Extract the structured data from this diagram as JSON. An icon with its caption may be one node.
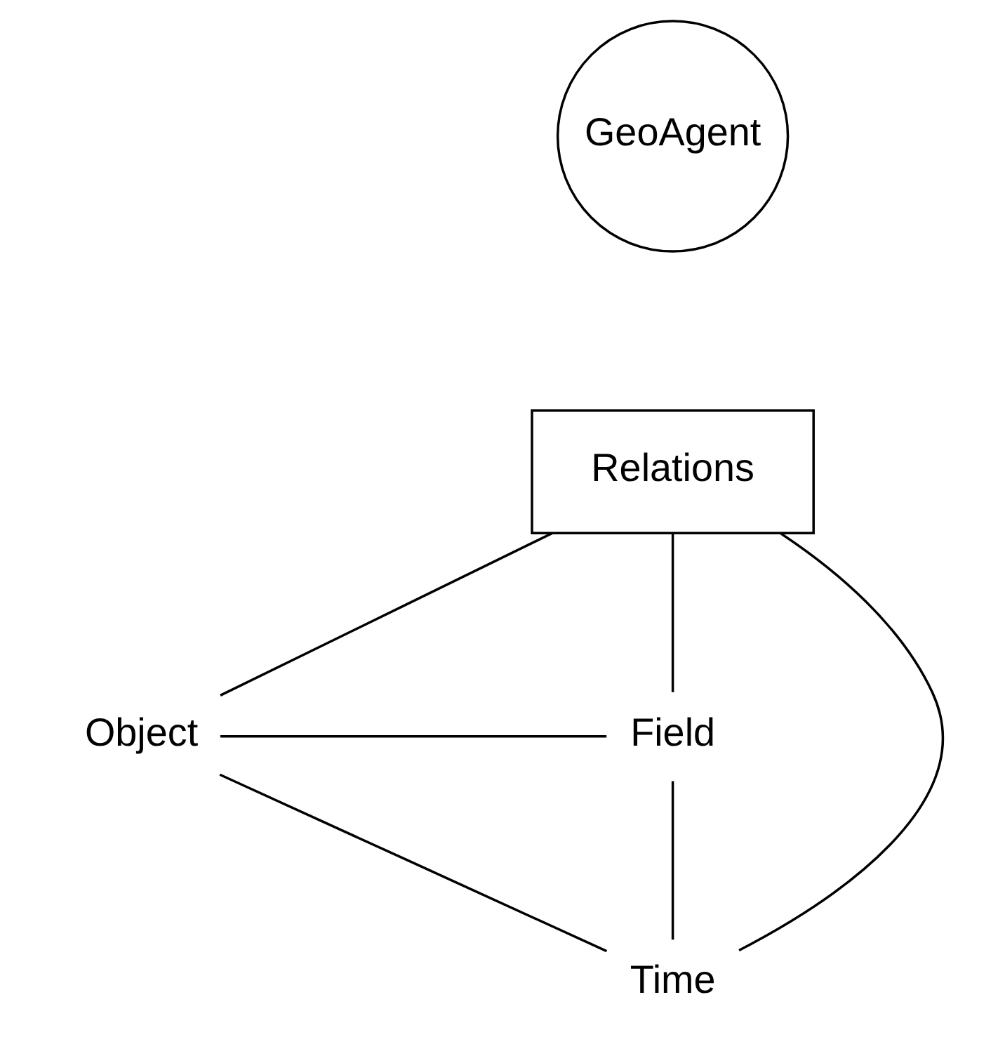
{
  "diagram": {
    "nodes": [
      {
        "text": [
          "GeoAgent"
        ]
      },
      {
        "text": [
          "Relations"
        ]
      },
      {
        "text": [
          "Object"
        ]
      },
      {
        "text": [
          "Field"
        ]
      },
      {
        "text": [
          "Time"
        ]
      }
    ],
    "edges": [
      {
        "from": 1,
        "to": 2,
        "arrow": "none"
      },
      {
        "from": 1,
        "to": 4,
        "arrow": "none"
      },
      {
        "from": 1,
        "to": 3,
        "arrow": "none"
      },
      {
        "from": 2,
        "to": 3,
        "arrow": "none"
      },
      {
        "from": 2,
        "to": 4,
        "arrow": "none"
      },
      {
        "from": 3,
        "to": 4,
        "arrow": "none"
      }
    ]
  }
}
